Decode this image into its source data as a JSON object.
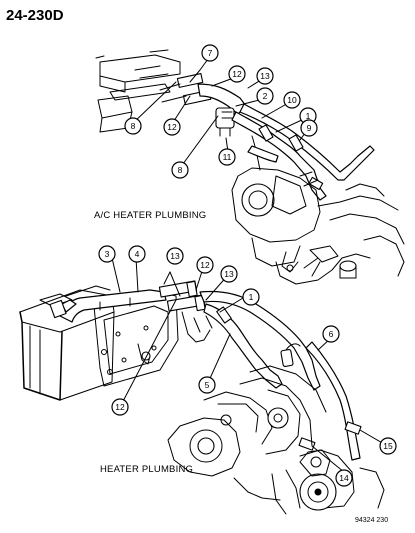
{
  "diagram": {
    "figure_number": "24-230D",
    "captions": {
      "upper": "A/C HEATER PLUMBING",
      "lower": "HEATER PLUMBING"
    },
    "image_code": "94324 230",
    "callouts_upper": [
      "7",
      "12",
      "13",
      "2",
      "10",
      "1",
      "9",
      "11",
      "8",
      "12",
      "8"
    ],
    "callouts_lower": [
      "3",
      "4",
      "13",
      "12",
      "13",
      "1",
      "12",
      "6",
      "5",
      "15",
      "14"
    ]
  }
}
